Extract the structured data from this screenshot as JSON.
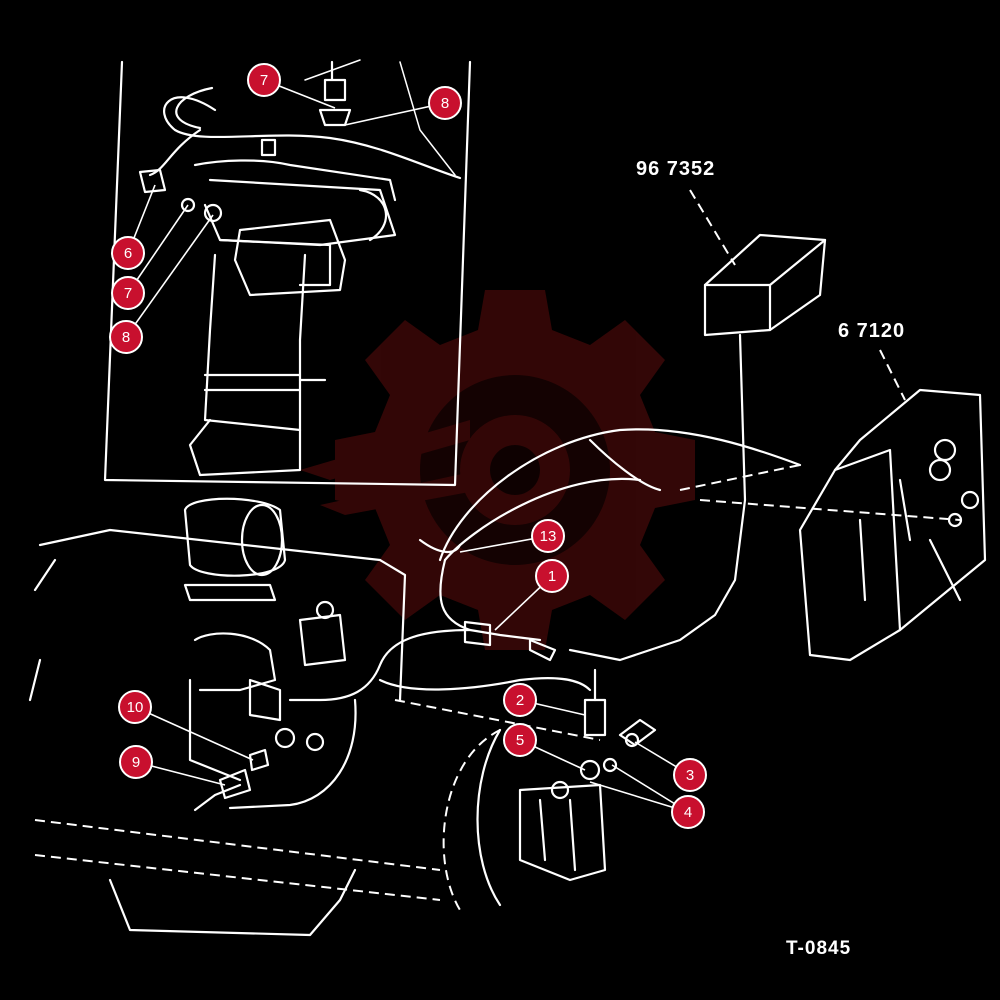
{
  "figure_id": "T-0845",
  "part_numbers": {
    "controller": "96 7352",
    "panel": "6 7120"
  },
  "callouts": [
    "1",
    "2",
    "3",
    "4",
    "5",
    "6",
    "7",
    "7",
    "8",
    "8",
    "9",
    "10",
    "13"
  ],
  "colors": {
    "background": "#000000",
    "lines": "#ffffff",
    "callout": "#c8102e",
    "watermark": "#7a1010"
  },
  "watermark": "gear-logo"
}
